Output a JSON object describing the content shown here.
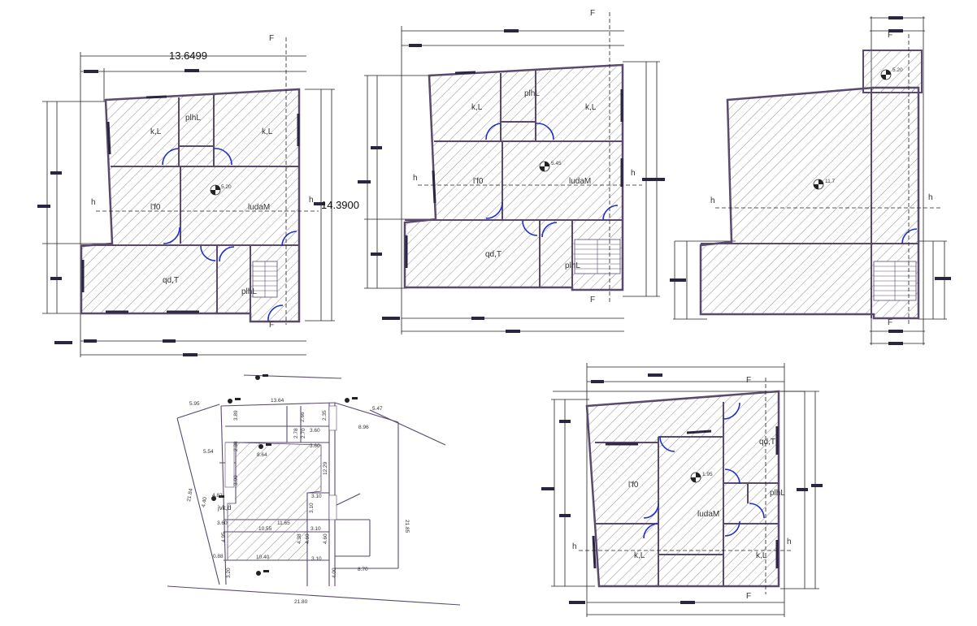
{
  "plan1": {
    "width_dim": "13.6499",
    "depth_dim": "14.3900",
    "level": "5.20",
    "rooms": [
      "k,L",
      "plhL",
      "k,L",
      "l'f0",
      "ludaM",
      "qd,T",
      "plhL"
    ],
    "section_labels": [
      "F",
      "F",
      "h",
      "h"
    ]
  },
  "plan2": {
    "level": "5.45",
    "rooms": [
      "k,L",
      "plhL",
      "k,L",
      "l'f0",
      "ludaM",
      "qd,T",
      "plhL"
    ],
    "section_labels": [
      "F",
      "F",
      "h",
      "h"
    ]
  },
  "plan3": {
    "level_small": "5.20",
    "level_main": "11.7",
    "section_labels": [
      "F",
      "F",
      "h",
      "h"
    ]
  },
  "site": {
    "dims": [
      "5.95",
      "13.64",
      "5.47",
      "8.96",
      "3.89",
      "2.66",
      "2.35",
      "3.60",
      "2.78",
      "2.70",
      "3.60",
      "2.38",
      "5.54",
      "8.64",
      "12.29",
      "3.00",
      "21.84",
      "4.40",
      "4.82",
      "3.10",
      "3.10",
      "jvk,d",
      "11.65",
      "3.60",
      "10.55",
      "3.10",
      "4.60",
      "4.38",
      "4.60",
      "21.85",
      "4.95",
      "10.40",
      "3.10",
      "0.88",
      "3.20",
      "4.00",
      "8.70",
      "21.80"
    ]
  },
  "plan4": {
    "level": "1.95",
    "rooms": [
      "qd,T",
      "l'f0",
      "plhL",
      "ludaM",
      "k,L",
      "k,L"
    ],
    "section_labels": [
      "F",
      "F",
      "h",
      "h"
    ]
  },
  "colors": {
    "wall": "#5a4a6e",
    "hatch": "#6f6f7a",
    "door": "#2030d0",
    "dim": "#222222",
    "bar": "#2a2540"
  }
}
